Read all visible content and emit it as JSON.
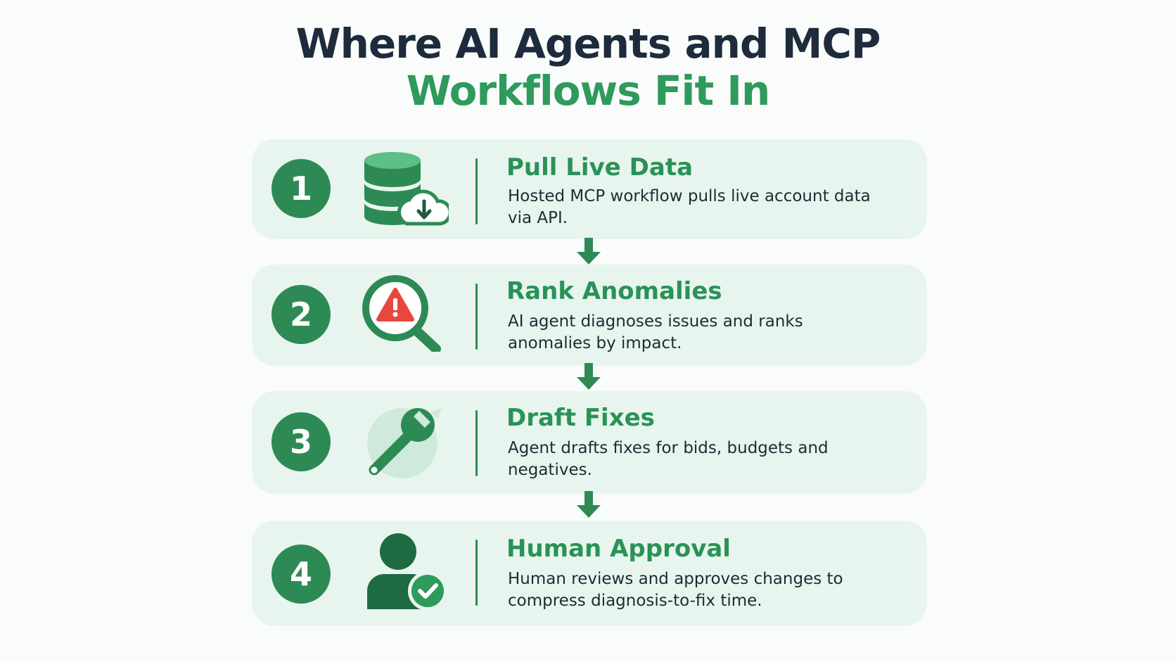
{
  "title": {
    "line1": "Where AI Agents and MCP",
    "line2": "Workflows Fit In"
  },
  "colors": {
    "primary_green": "#2e8a55",
    "heading_green": "#2a9257",
    "card_bg": "#e8f5ee",
    "title_dark": "#1e2b3c",
    "alert_red": "#e8473f"
  },
  "steps": [
    {
      "number": "1",
      "icon": "database-download-icon",
      "title": "Pull Live Data",
      "description": "Hosted MCP workflow pulls live account data via API."
    },
    {
      "number": "2",
      "icon": "magnifier-alert-icon",
      "title": "Rank Anomalies",
      "description": "AI agent diagnoses issues and ranks anomalies by impact."
    },
    {
      "number": "3",
      "icon": "wrench-icon",
      "title": "Draft Fixes",
      "description": "Agent drafts fixes for bids, budgets and negatives."
    },
    {
      "number": "4",
      "icon": "user-check-icon",
      "title": "Human Approval",
      "description": "Human reviews and approves changes to compress diagnosis-to-fix time."
    }
  ]
}
